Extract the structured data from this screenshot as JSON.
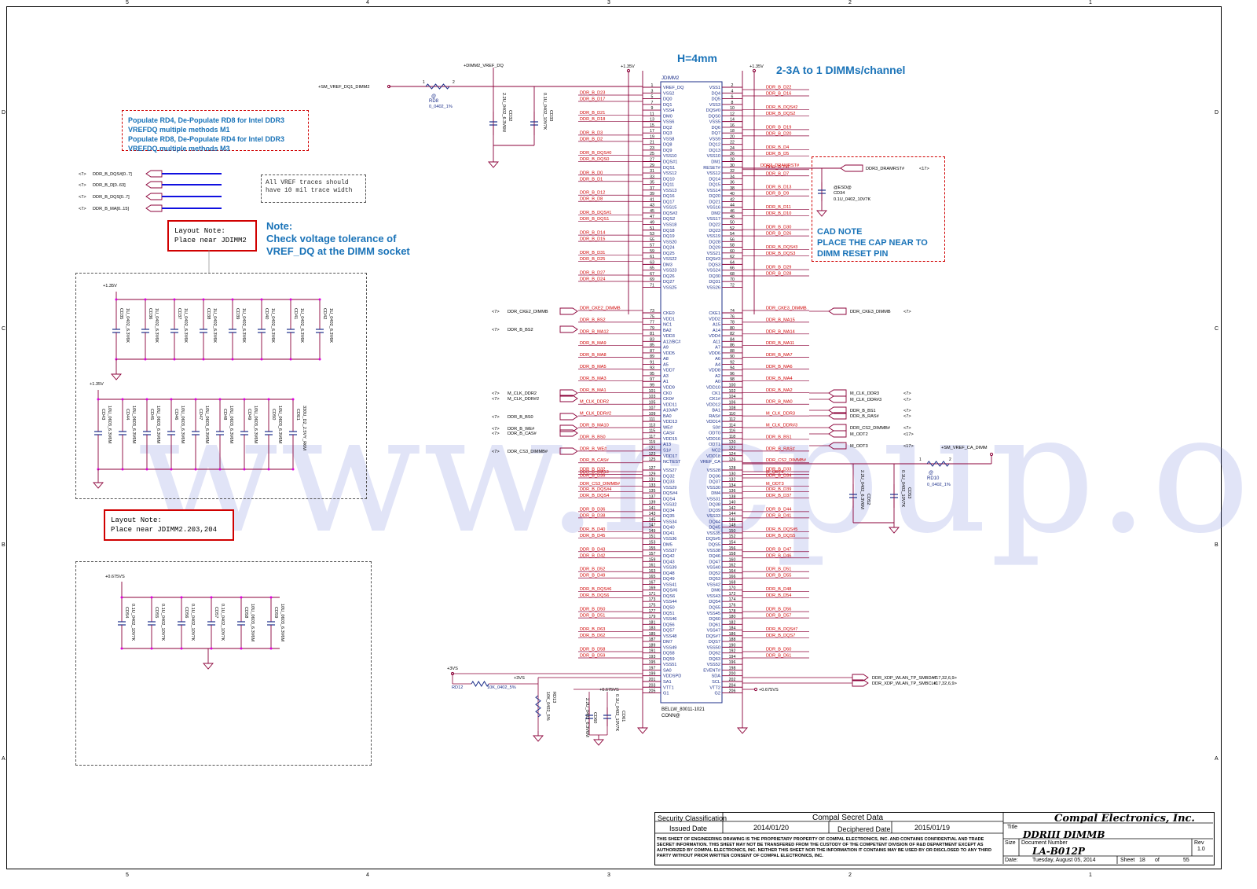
{
  "border_numbers_top": [
    "5",
    "4",
    "3",
    "2",
    "1"
  ],
  "border_letters_side": [
    "D",
    "C",
    "B",
    "A"
  ],
  "headline_h": "H=4mm",
  "headline_dimms": "2-3A to 1 DIMMs/channel",
  "populate_note": [
    "Populate RD4, De-Populate RD8  for Intel DDR3",
    "VREFDQ multiple methods M1",
    "Populate RD8, De-Populate RD4 for Intel DDR3",
    "VREFDQ multiple methods M3"
  ],
  "vref_note": [
    "All VREF traces should",
    "have 10 mil trace width"
  ],
  "layout_note_1": [
    "Layout Note:",
    "Place near JDIMM2"
  ],
  "layout_note_2": [
    "Layout Note:",
    "Place near JDIMM2.203,204"
  ],
  "note_voltage": [
    "Note:",
    "Check voltage tolerance of",
    "VREF_DQ at the DIMM socket"
  ],
  "cad_note": [
    "CAD NOTE",
    "PLACE THE CAP NEAR TO",
    "DIMM RESET PIN"
  ],
  "left_buses": [
    {
      "ref": "<7>",
      "name": "DDR_B_DQS#[0..7]"
    },
    {
      "ref": "<7>",
      "name": "DDR_B_D[0..63]"
    },
    {
      "ref": "<7>",
      "name": "DDR_B_DQS[0..7]"
    },
    {
      "ref": "<7>",
      "name": "DDR_B_MA[0..15]"
    }
  ],
  "nets": {
    "sm_vref_dq": "+SM_VREF_DQ1_DIMM2",
    "dimm2_vref": "+DIMM2_VREF_DQ",
    "p135v_a": "+1.35V",
    "p135v_b": "+1.35V",
    "p135v_c": "+1.35V",
    "p135v_d": "+1.35V",
    "p0675vs": "+0.675VS",
    "p3vs": "+3VS",
    "p3vs_b": "+3VS",
    "p0675vs_b": "+0.675VS",
    "p0675vs_c": "+0.675VS",
    "sm_vref_ca": "+SM_VREF_CA_DIMM",
    "dramrst": "DDR3_DRAMRST#",
    "dramrst_ref": "<17>",
    "dramrst_in": "DDR3_DRAMRST#"
  },
  "connector": {
    "ref": "JDIMM2",
    "part": "BELLW_80011-1021",
    "part2": "CONN@",
    "top_pins_left": [
      "VREF_DQ",
      "VSS2",
      "DQ0",
      "DQ1",
      "VSS4",
      "DM0",
      "VSS6",
      "DQ2",
      "DQ3",
      "VSS8",
      "DQ8",
      "DQ9",
      "VSS10",
      "DQS#1",
      "DQS1",
      "VSS12",
      "DQ10",
      "DQ11",
      "VSS13",
      "DQ16",
      "DQ17",
      "VSS15",
      "DQS#2",
      "DQS2",
      "VSS18",
      "DQ18",
      "DQ19",
      "VSS20",
      "DQ24",
      "DQ25",
      "VSS22",
      "DM3",
      "VSS23",
      "DQ26",
      "DQ27",
      "VSS25"
    ],
    "top_pins_right": [
      "VSS1",
      "DQ4",
      "DQ5",
      "VSS3",
      "DQS#0",
      "DQS0",
      "VSS5",
      "DQ6",
      "DQ7",
      "VSS9",
      "DQ12",
      "DQ13",
      "VSS10",
      "DM1",
      "RESET#",
      "VSS12",
      "DQ14",
      "DQ15",
      "VSS14",
      "DQ20",
      "DQ21",
      "VSS16",
      "DM2",
      "VSS17",
      "DQ22",
      "DQ23",
      "VSS19",
      "DQ28",
      "DQ29",
      "VSS21",
      "DQS#3",
      "DQS3",
      "VSS24",
      "DQ30",
      "DQ31",
      "VSS26"
    ],
    "mid_pins_left": [
      "CKE0",
      "VDD1",
      "NC1",
      "BA2",
      "VDD3",
      "A12/BC#",
      "A9",
      "VDD5",
      "A8",
      "A5",
      "VDD7",
      "A3",
      "A1",
      "VDD9",
      "CK0",
      "CK0#",
      "VDD11",
      "A10/AP",
      "BA0",
      "VDD13",
      "WE#",
      "CAS#",
      "VDD15",
      "A13",
      "S1#",
      "VDD17",
      "NCTEST"
    ],
    "mid_pins_right": [
      "CKE1",
      "VDD2",
      "A15",
      "A14",
      "VDD4",
      "A11",
      "A7",
      "VDD6",
      "A6",
      "A4",
      "VDD8",
      "A2",
      "A0",
      "VDD10",
      "CK1",
      "CK1#",
      "VDD12",
      "BA1",
      "RAS#",
      "VDD14",
      "S0#",
      "ODT0",
      "VDD16",
      "ODT1",
      "NC2",
      "VDD18",
      "VREF_CA"
    ],
    "low_pins_left": [
      "VSS27",
      "DQ32",
      "DQ33",
      "VSS29",
      "DQS#4",
      "DQS4",
      "VSS32",
      "DQ34",
      "DQ35",
      "VSS34",
      "DQ40",
      "DQ41",
      "VSS36",
      "DM5",
      "VSS37",
      "DQ42",
      "DQ43",
      "VSS39",
      "DQ48",
      "DQ49",
      "VSS41",
      "DQS#6",
      "DQS6",
      "VSS44",
      "DQ50",
      "DQ51",
      "VSS46",
      "DQ56",
      "DQ57",
      "VSS48",
      "DM7",
      "VSS49",
      "DQ58",
      "DQ59",
      "VSS51",
      "SA0",
      "VDDSPD",
      "SA1",
      "VTT1",
      "G1"
    ],
    "low_pins_right": [
      "VSS28",
      "DQ36",
      "DQ37",
      "VSS30",
      "DM4",
      "VSS31",
      "DQ38",
      "DQ39",
      "VSS33",
      "DQ44",
      "DQ45",
      "VSS35",
      "DQS#5",
      "DQS5",
      "VSS38",
      "DQ46",
      "DQ47",
      "VSS40",
      "DQ52",
      "DQ53",
      "VSS42",
      "DM6",
      "VSS43",
      "DQ54",
      "DQ55",
      "VSS45",
      "DQ60",
      "DQ61",
      "VSS47",
      "DQS#7",
      "DQS7",
      "VSS50",
      "DQ62",
      "DQ63",
      "VSS52",
      "EVENT#",
      "SDA",
      "SCL",
      "VTT2",
      "G2"
    ]
  },
  "left_signals_top": [
    "DDR_B_D23",
    "DDR_B_D17",
    "DDR_B_D21",
    "DDR_B_D18",
    "DDR_B_D3",
    "DDR_B_D2",
    "DDR_B_DQS#0",
    "DDR_B_DQS0",
    "DDR_B_D0",
    "DDR_B_D1",
    "DDR_B_D12",
    "DDR_B_D8",
    "DDR_B_DQS#1",
    "DDR_B_DQS1",
    "DDR_B_D14",
    "DDR_B_D15",
    "DDR_B_D31",
    "DDR_B_D25",
    "DDR_B_D27",
    "DDR_B_D24"
  ],
  "right_signals_top": [
    "DDR_B_D22",
    "DDR_B_D16",
    "DDR_B_DQS#2",
    "DDR_B_DQS2",
    "DDR_B_D19",
    "DDR_B_D20",
    "DDR_B_D4",
    "DDR_B_D5",
    "DDR_B_D6",
    "DDR_B_D7",
    "DDR_B_D13",
    "DDR_B_D9",
    "DDR_B_D11",
    "DDR_B_D10",
    "DDR_B_D30",
    "DDR_B_D26",
    "DDR_B_DQS#3",
    "DDR_B_DQS3",
    "DDR_B_D29",
    "DDR_B_D28"
  ],
  "left_signals_mid": [
    "DDR_CKE2_DIMMB",
    "DDR_B_BS2",
    "DDR_B_MA12",
    "DDR_B_MA9",
    "DDR_B_MA8",
    "DDR_B_MA5",
    "DDR_B_MA3",
    "DDR_B_MA1",
    "M_CLK_DDR2",
    "M_CLK_DDR#2",
    "DDR_B_MA10",
    "DDR_B_BS0",
    "DDR_B_WE#",
    "DDR_B_CAS#",
    "DDR_B_MA13",
    "DDR_CS3_DIMMB#"
  ],
  "right_signals_mid": [
    "DDR_CKE3_DIMMB",
    "DDR_B_MA15",
    "DDR_B_MA14",
    "DDR_B_MA11",
    "DDR_B_MA7",
    "DDR_B_MA6",
    "DDR_B_MA4",
    "DDR_B_MA2",
    "DDR_B_MA0",
    "M_CLK_DDR3",
    "M_CLK_DDR#3",
    "DDR_B_BS1",
    "DDR_B_RAS#",
    "DDR_CS2_DIMMB#",
    "M_ODT2",
    "M_ODT3"
  ],
  "left_signals_low": [
    "DDR_B_D32",
    "DDR_B_D35",
    "DDR_B_DQS#4",
    "DDR_B_DQS4",
    "DDR_B_D36",
    "DDR_B_D38",
    "DDR_B_D40",
    "DDR_B_D45",
    "DDR_B_D43",
    "DDR_B_D42",
    "DDR_B_D52",
    "DDR_B_D49",
    "DDR_B_DQS#6",
    "DDR_B_DQS6",
    "DDR_B_D50",
    "DDR_B_D51",
    "DDR_B_D63",
    "DDR_B_D62",
    "DDR_B_D58",
    "DDR_B_D59"
  ],
  "right_signals_low": [
    "DDR_B_D33",
    "DDR_B_D34",
    "DDR_B_D39",
    "DDR_B_D37",
    "DDR_B_D44",
    "DDR_B_D41",
    "DDR_B_DQS#5",
    "DDR_B_DQS5",
    "DDR_B_D47",
    "DDR_B_D46",
    "DDR_B_D51",
    "DDR_B_D55",
    "DDR_B_D48",
    "DDR_B_D54",
    "DDR_B_D56",
    "DDR_B_D57",
    "DDR_B_DQS#7",
    "DDR_B_DQS7",
    "DDR_B_D60",
    "DDR_B_D61"
  ],
  "offpage_left": [
    {
      "ref": "<7>",
      "name": "DDR_CKE2_DIMMB"
    },
    {
      "ref": "<7>",
      "name": "DDR_B_BS2"
    },
    {
      "ref": "<7>",
      "name": "M_CLK_DDR2"
    },
    {
      "ref": "<7>",
      "name": "M_CLK_DDR#2"
    },
    {
      "ref": "<7>",
      "name": "DDR_B_BS0"
    },
    {
      "ref": "<7>",
      "name": "DDR_B_WE#"
    },
    {
      "ref": "<7>",
      "name": "DDR_B_CAS#"
    },
    {
      "ref": "<7>",
      "name": "DDR_CS3_DIMMB#"
    }
  ],
  "offpage_right": [
    {
      "name": "DDR_CKE3_DIMMB",
      "ref": "<7>"
    },
    {
      "name": "M_CLK_DDR3",
      "ref": "<7>"
    },
    {
      "name": "M_CLK_DDR#3",
      "ref": "<7>"
    },
    {
      "name": "DDR_B_BS1",
      "ref": "<7>"
    },
    {
      "name": "DDR_B_RAS#",
      "ref": "<7>"
    },
    {
      "name": "DDR_CS2_DIMMB#",
      "ref": "<7>"
    },
    {
      "name": "M_ODT2",
      "ref": "<17>"
    },
    {
      "name": "M_ODT3",
      "ref": "<17>"
    }
  ],
  "smbus": [
    {
      "name": "DDR_XDP_WLAN_TP_SMBDAT",
      "ref": "<17,32,6,9>"
    },
    {
      "name": "DDR_XDP_WLAN_TP_SMBCLK",
      "ref": "<17,32,6,9>"
    }
  ],
  "components": {
    "rd8_ref": "RD8",
    "rd8_val": "0_0402_1%",
    "rd8_at": "@",
    "rd10_ref": "RD10",
    "rd10_val": "0_0402_1%",
    "rd10_at": "@",
    "rd12_ref": "RD12",
    "rd12_val": "10K_0402_5%",
    "rd13_ref": "RD13",
    "rd13_val": "10K_0402_5%",
    "cd32": "CD32",
    "cd32_val": "2.2U_0402_6.3V6M",
    "cd33": "CD33",
    "cd33_val": "0.1U_0402_10V7K",
    "cd34": "CD34",
    "cd34_val": "0.1U_0402_10V7K",
    "cd34_at": "@ESD@",
    "cd52": "CD52",
    "cd52_val": "2.2U_0402_6.3V6M",
    "cd53": "CD53",
    "cd53_val": "0.1U_0402_10V7K",
    "cd60": "CD60",
    "cd60_val": "2.2U_0402_6.3V6M",
    "cd61": "CD61",
    "cd61_val": "0.1U_0402_10V7K"
  },
  "cap_bank_1": [
    "CD35",
    "CD36",
    "CD37",
    "CD38",
    "CD39",
    "CD40",
    "CD41",
    "CD42"
  ],
  "cap_bank_1_val": "1U_0402_6.3V6K",
  "cap_bank_2": [
    "CD43",
    "CD44",
    "CD45",
    "CD46",
    "CD47",
    "CD48",
    "CD49",
    "CD50",
    "CDE1"
  ],
  "cap_bank_2_val": "10U_0603_6.3V6M",
  "cap_bank_2_last_val": "330U_D2_2.5VY_R6M",
  "cap_bank_3": [
    "CD54",
    "CD55",
    "CD56",
    "CD57",
    "CD58",
    "CD59"
  ],
  "cap_bank_3_val": [
    "0.1U_0402_10V7K",
    "0.1U_0402_10V7K",
    "0.1U_0402_10V7K",
    "0.1U_0402_10V7K",
    "10U_0603_6.3V6M",
    "10U_0603_6.3V6M"
  ],
  "title_block": {
    "security_label": "Security Classification",
    "security_value": "Compal Secret Data",
    "issued_label": "Issued Date",
    "issued_value": "2014/01/20",
    "deciphered_label": "Deciphered Date",
    "deciphered_value": "2015/01/19",
    "company": "Compal Electronics, Inc.",
    "title_label": "Title",
    "title": "DDRIII DIMMB",
    "size_label": "Size",
    "docnum_label": "Document Number",
    "docnum": "LA-B012P",
    "rev_label": "Rev",
    "rev": "1.0",
    "date_label": "Date:",
    "date": "Tuesday, August 05, 2014",
    "sheet_label": "Sheet",
    "sheet": "18",
    "of_label": "of",
    "of": "55",
    "legal": "THIS SHEET OF ENGINEERING DRAWING IS THE PROPRIETARY PROPERTY OF COMPAL ELECTRONICS, INC. AND CONTAINS CONFIDENTIAL AND TRADE SECRET INFORMATION. THIS SHEET MAY NOT BE TRANSFERED FROM THE CUSTODY OF THE COMPETENT DIVISION OF R&D DEPARTMENT EXCEPT AS AUTHORIZED BY COMPAL ELECTRONICS, INC. NEITHER THIS SHEET NOR THE INFORMATION IT CONTAINS MAY BE USED BY OR DISCLOSED TO ANY THIRD PARTY WITHOUT PRIOR WRITTEN CONSENT OF COMPAL ELECTRONICS, INC."
  },
  "watermark": "www.rcpup.org",
  "colors": {
    "wire": "#8b0038",
    "net": "#d00000",
    "pin": "#1c2f8a",
    "note": "#1a73b8",
    "bus": "#1010e0"
  }
}
